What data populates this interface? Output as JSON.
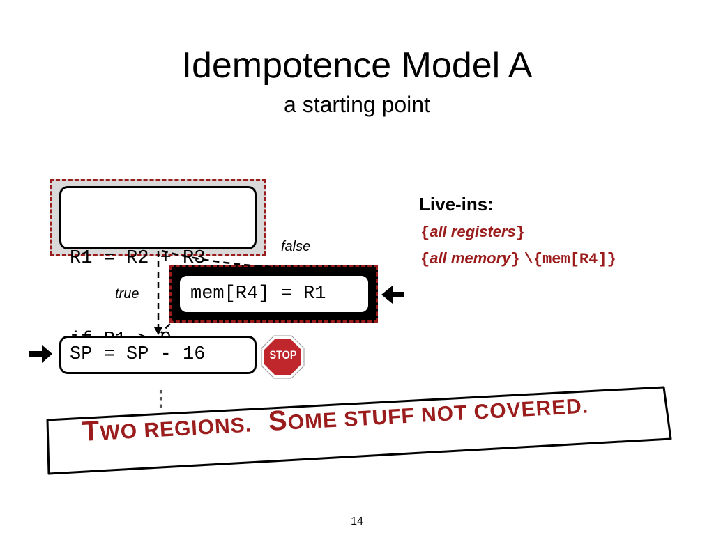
{
  "slide": {
    "title": "Idempotence Model A",
    "subtitle": "a starting point",
    "page_number": "14"
  },
  "diagram": {
    "block1": {
      "line1": "R1 = R2 + R3",
      "line2": "if R1 > 0"
    },
    "block2": {
      "text": "mem[R4] = R1"
    },
    "block3": {
      "text": "SP = SP - 16"
    },
    "edge_false_label": "false",
    "edge_true_label": "true",
    "stop_sign_text": "STOP",
    "ellipsis": "⋮"
  },
  "live_ins": {
    "heading": "Live-ins:",
    "set1": "all registers",
    "set2": "all memory",
    "set_minus": "\\",
    "excluded": "mem[R4]"
  },
  "banner": {
    "part1_cap": "T",
    "part1_rest": "WO REGIONS.",
    "part2_cap": "S",
    "part2_rest": "OME STUFF NOT COVERED."
  },
  "colors": {
    "accent_red": "#9b1c1c",
    "region_fill": "#d9d9d9",
    "stop_red": "#c0272d"
  }
}
